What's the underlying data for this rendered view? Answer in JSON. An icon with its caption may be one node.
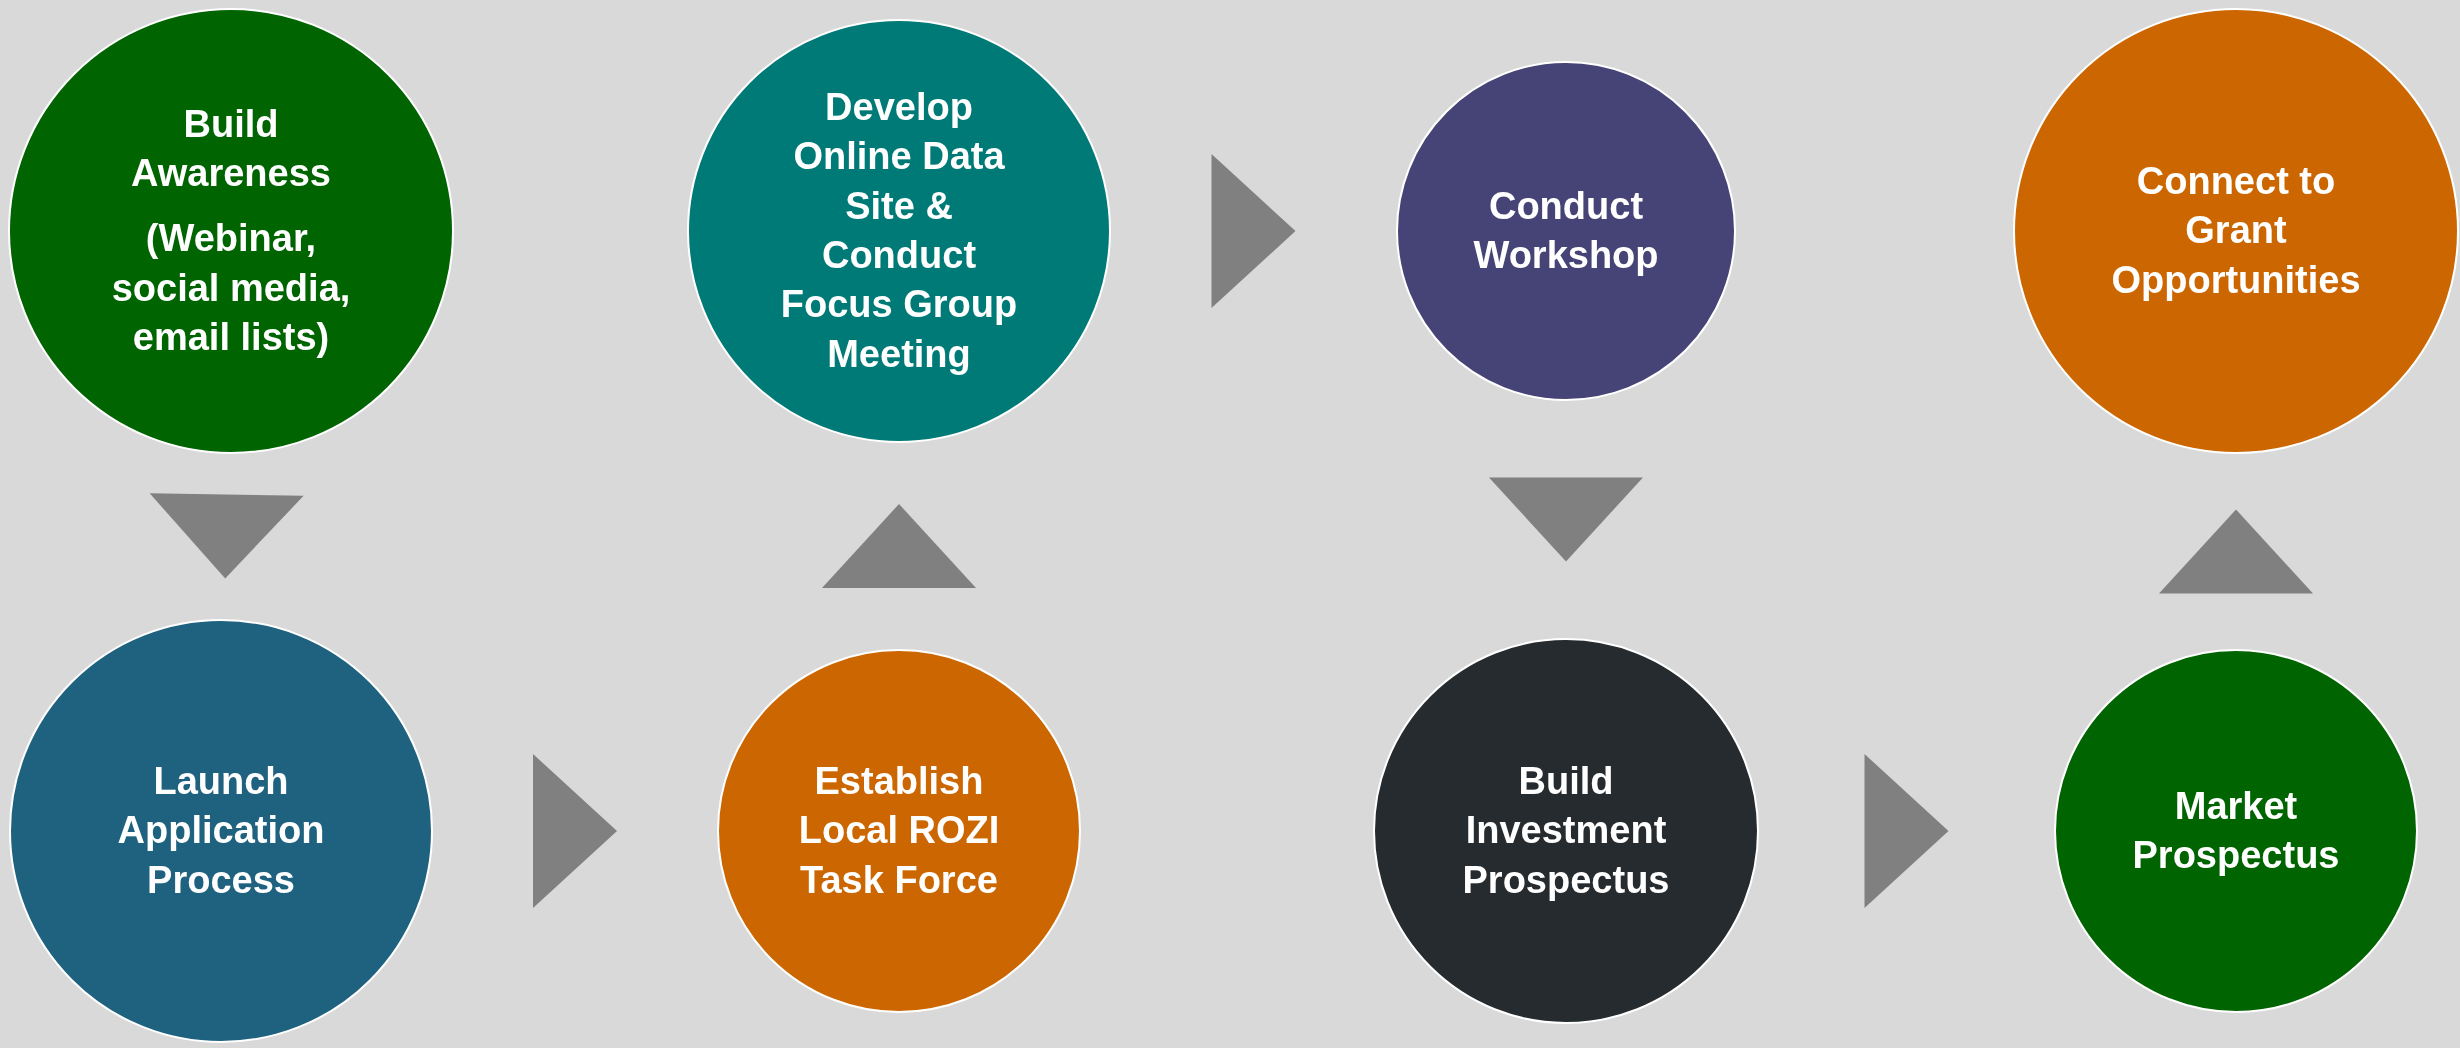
{
  "diagram": {
    "nodes": [
      {
        "text": [
          "Build Awareness",
          "(Webinar, social media, email lists)"
        ]
      },
      {
        "text": [
          "Launch Application Process"
        ]
      },
      {
        "text": [
          "Establish Local ROZI Task Force"
        ]
      },
      {
        "text": [
          "Develop Online Data Site & Conduct Focus Group Meeting"
        ]
      },
      {
        "text": [
          "Conduct Workshop"
        ]
      },
      {
        "text": [
          "Build Investment Prospectus"
        ]
      },
      {
        "text": [
          "Market Prospectus"
        ]
      },
      {
        "text": [
          "Connect to Grant Opportunities"
        ]
      }
    ],
    "edges": [
      {
        "from": 0,
        "to": 1,
        "arrow": "to"
      },
      {
        "from": 1,
        "to": 2,
        "arrow": "to"
      },
      {
        "from": 2,
        "to": 3,
        "arrow": "to"
      },
      {
        "from": 3,
        "to": 4,
        "arrow": "to"
      },
      {
        "from": 4,
        "to": 5,
        "arrow": "to"
      },
      {
        "from": 5,
        "to": 6,
        "arrow": "to"
      },
      {
        "from": 6,
        "to": 7,
        "arrow": "to"
      }
    ]
  }
}
